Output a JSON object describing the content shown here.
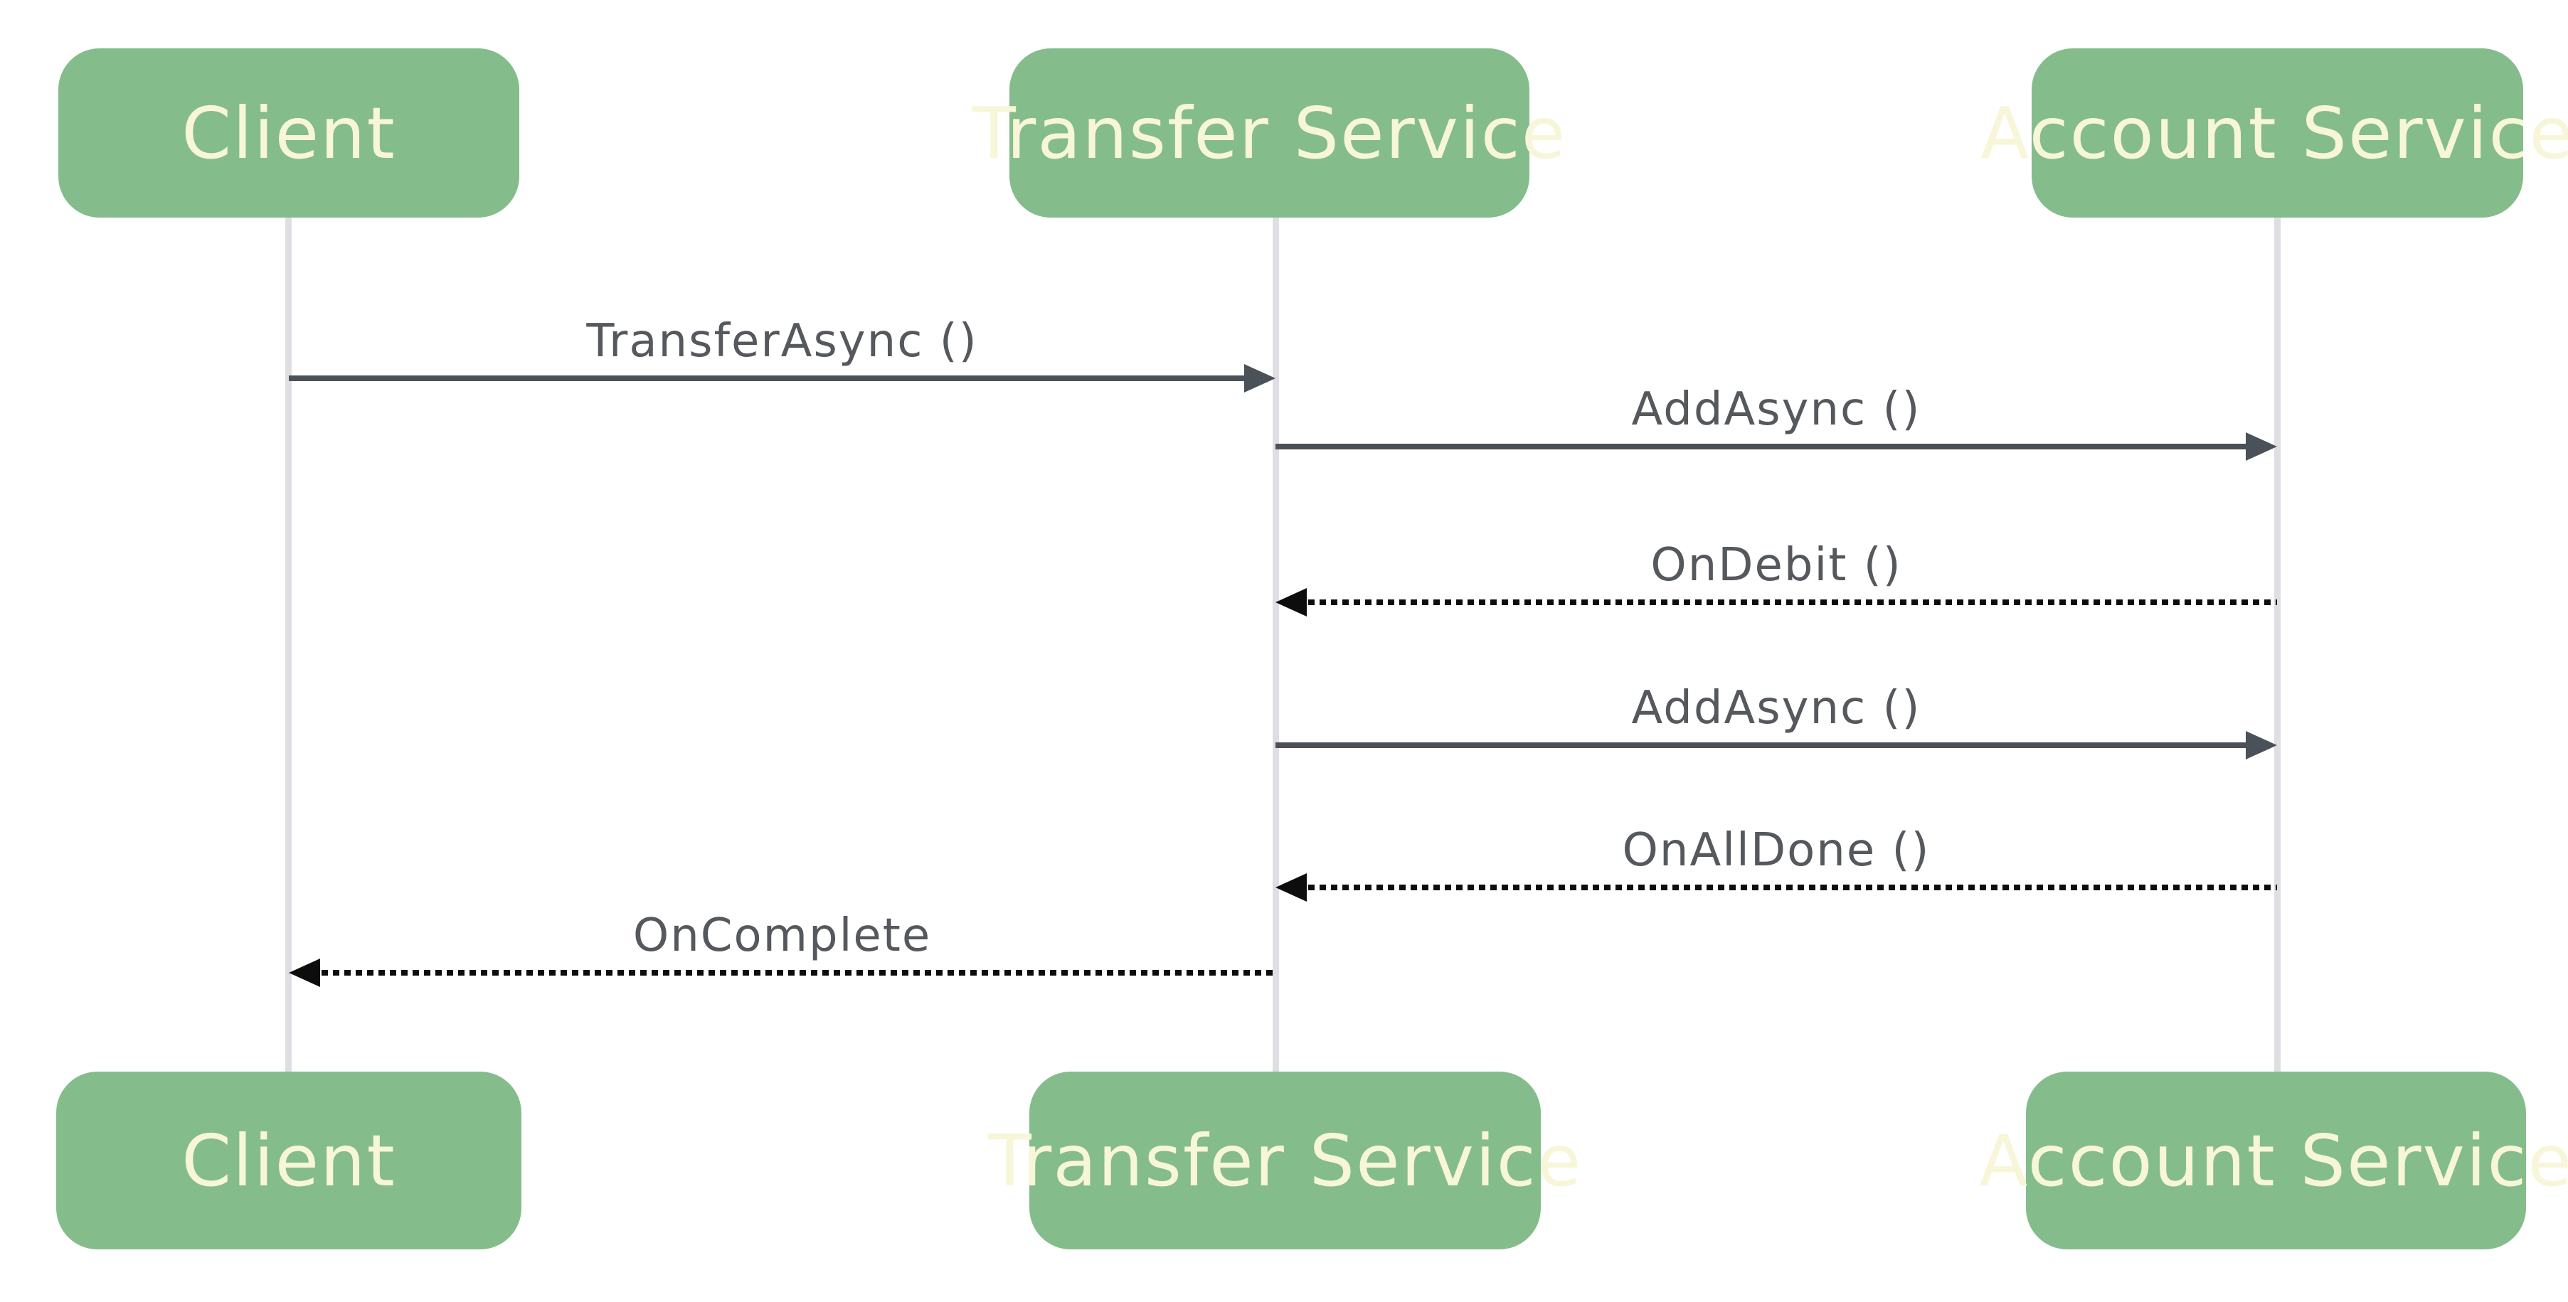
{
  "diagram": {
    "type": "sequence",
    "actors": [
      {
        "id": "client",
        "label": "Client"
      },
      {
        "id": "transfer-service",
        "label": "Transfer Service"
      },
      {
        "id": "account-service",
        "label": "Account Service"
      }
    ],
    "messages": [
      {
        "from": "client",
        "to": "transfer-service",
        "label": "TransferAsync ()",
        "line": "solid"
      },
      {
        "from": "transfer-service",
        "to": "account-service",
        "label": "AddAsync ()",
        "line": "solid"
      },
      {
        "from": "account-service",
        "to": "transfer-service",
        "label": "OnDebit ()",
        "line": "dotted"
      },
      {
        "from": "transfer-service",
        "to": "account-service",
        "label": "AddAsync ()",
        "line": "solid"
      },
      {
        "from": "account-service",
        "to": "transfer-service",
        "label": "OnAllDone ()",
        "line": "dotted"
      },
      {
        "from": "transfer-service",
        "to": "client",
        "label": "OnComplete",
        "line": "dotted"
      }
    ]
  },
  "colors": {
    "actor-fill": "#84bd8b",
    "actor-text": "#f8f6d8",
    "message-text": "#55595d",
    "solid-arrow": "#4b5158",
    "dotted-arrow": "#0d0d0d",
    "lifeline": "#dfdfe3",
    "background": "#ffffff"
  }
}
